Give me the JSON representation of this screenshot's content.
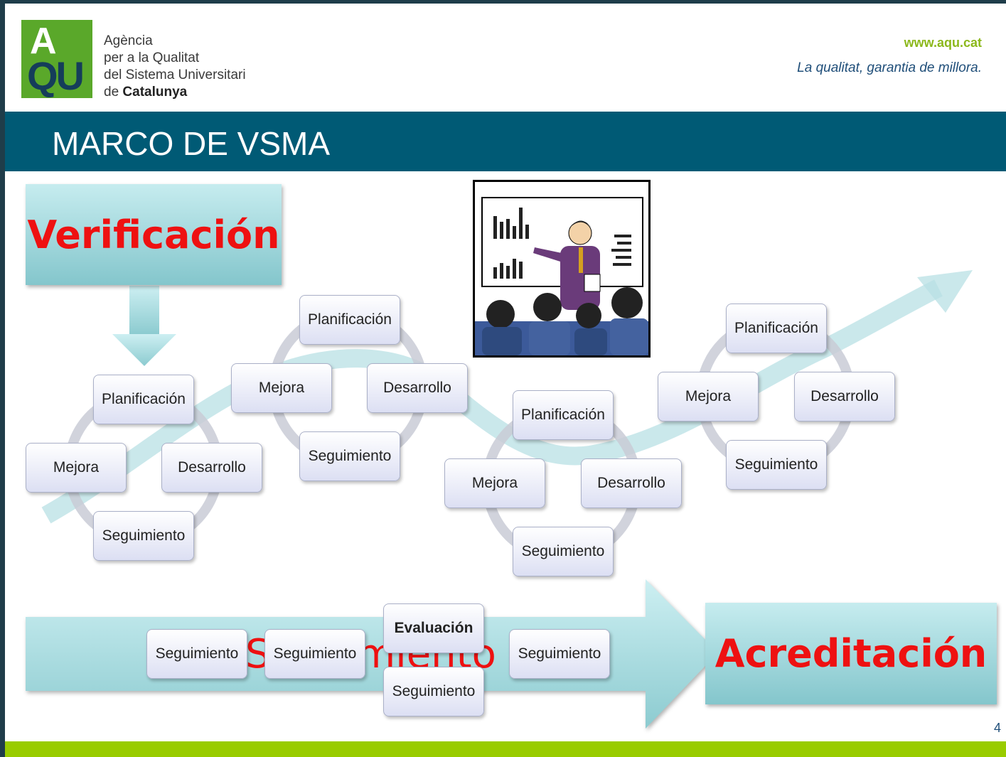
{
  "header": {
    "agency_line1": "Agència",
    "agency_line2": "per a la Qualitat",
    "agency_line3": "del Sistema Universitari",
    "agency_line4_prefix": "de",
    "agency_line4_bold": "Catalunya",
    "logo_top": "A",
    "logo_bottom": "QU",
    "website": "www.aqu.cat",
    "tagline": "La qualitat, garantia de millora."
  },
  "slide": {
    "title": "MARCO DE VSMA",
    "page_number": "4"
  },
  "diagram": {
    "verificacion": "Verificación",
    "acreditacion": "Acreditación",
    "ghost_label": "Seguimiento",
    "cycles": [
      {
        "planificacion": "Planificación",
        "desarrollo": "Desarrollo",
        "seguimiento": "Seguimiento",
        "mejora": "Mejora"
      },
      {
        "planificacion": "Planificación",
        "desarrollo": "Desarrollo",
        "seguimiento": "Seguimiento",
        "mejora": "Mejora"
      },
      {
        "planificacion": "Planificación",
        "desarrollo": "Desarrollo",
        "seguimiento": "Seguimiento",
        "mejora": "Mejora"
      },
      {
        "planificacion": "Planificación",
        "desarrollo": "Desarrollo",
        "seguimiento": "Seguimiento",
        "mejora": "Mejora"
      }
    ],
    "timeline": {
      "seguimiento_1": "Seguimiento",
      "seguimiento_2": "Seguimiento",
      "evaluacion": "Evaluación",
      "seguimiento_3": "Seguimiento",
      "seguimiento_4": "Seguimiento"
    }
  },
  "colors": {
    "brand_green": "#99cc00",
    "title_band": "#005a75",
    "accent_red": "#ee1111"
  }
}
